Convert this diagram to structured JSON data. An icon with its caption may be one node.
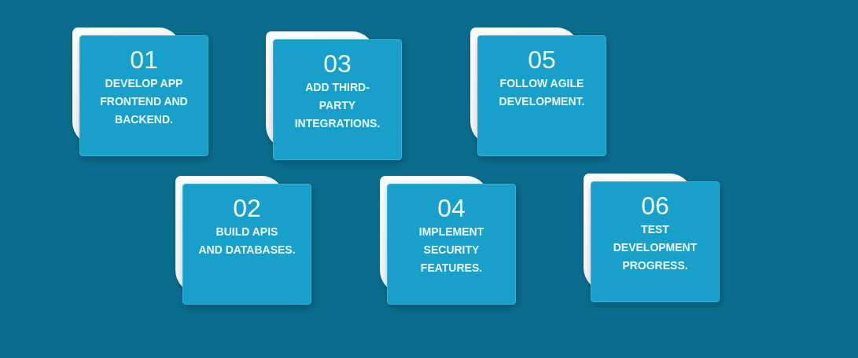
{
  "diagram": {
    "nodes": [
      {
        "text": [
          "01",
          "DEVELOP APP FRONTEND AND BACKEND."
        ]
      },
      {
        "text": [
          "02",
          "BUILD APIS AND DATABASES."
        ]
      },
      {
        "text": [
          "03",
          "ADD THIRD-PARTY INTEGRATIONS."
        ]
      },
      {
        "text": [
          "04",
          "IMPLEMENT SECURITY FEATURES."
        ]
      },
      {
        "text": [
          "05",
          "FOLLOW AGILE DEVELOPMENT."
        ]
      },
      {
        "text": [
          "06",
          "TEST DEVELOPMENT PROGRESS."
        ]
      }
    ]
  }
}
